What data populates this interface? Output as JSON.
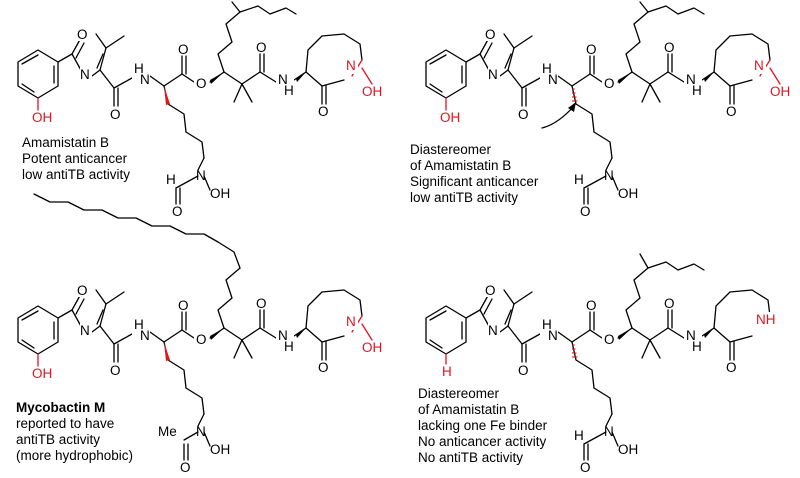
{
  "atoms": {
    "O": "O",
    "N": "N",
    "H": "H",
    "NH": "NH",
    "OH": "OH",
    "Me": "Me"
  },
  "panels": [
    {
      "caption": [
        "Amamistatin B",
        "Potent anticancer",
        "low antiTB activity"
      ]
    },
    {
      "caption": [
        "Diastereomer",
        "of Amamistatin B",
        "Significant anticancer",
        "low antiTB activity"
      ]
    },
    {
      "caption": [
        "Mycobactin M",
        "reported to have",
        "antiTB activity",
        "(more hydrophobic)"
      ]
    },
    {
      "caption": [
        "Diastereomer",
        "of Amamistatin B",
        "lacking one Fe binder",
        "No anticancer activity",
        "No antiTB activity"
      ]
    }
  ],
  "colors": {
    "highlight": "#e0141e",
    "ink": "#000000"
  }
}
